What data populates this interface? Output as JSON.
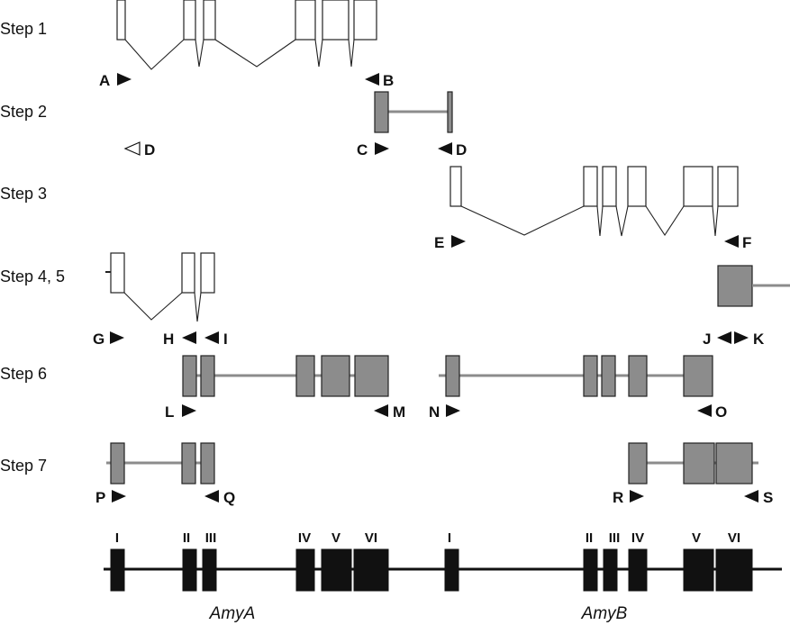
{
  "steps": [
    "Step 1",
    "Step 2",
    "Step 3",
    "Step 4, 5",
    "Step 6",
    "Step 7"
  ],
  "primers": {
    "A": "A",
    "B": "B",
    "C": "C",
    "D_open": "D",
    "D": "D",
    "E": "E",
    "F": "F",
    "G": "G",
    "H": "H",
    "I": "I",
    "J": "J",
    "K": "K",
    "L": "L",
    "M": "M",
    "N": "N",
    "O": "O",
    "P": "P",
    "Q": "Q",
    "R": "R",
    "S": "S"
  },
  "exons": {
    "amyA": [
      "I",
      "II",
      "III",
      "IV",
      "V",
      "VI"
    ],
    "amyB": [
      "I",
      "II",
      "III",
      "IV",
      "V",
      "VI"
    ]
  },
  "genes": {
    "amyA": "AmyA",
    "amyB": "AmyB"
  },
  "colors": {
    "grey": "#8c8c8c",
    "black": "#111111",
    "white": "#ffffff"
  }
}
